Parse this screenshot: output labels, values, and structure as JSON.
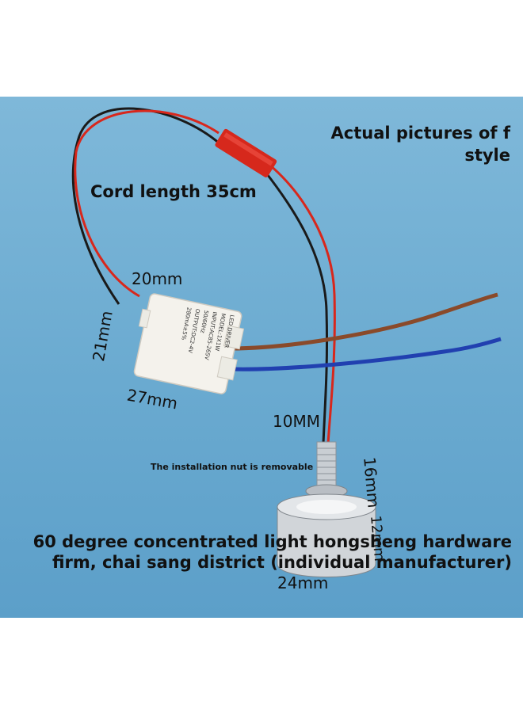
{
  "captions": {
    "title_line1": "Actual pictures of f",
    "title_line2": "style",
    "cord_length": "Cord length 35cm",
    "nut_note": "The installation nut is removable",
    "bottom_line1": "60 degree concentrated light hongsheng hardware",
    "bottom_line2": "firm, chai sang district (individual manufacturer)"
  },
  "dimensions": {
    "width_top": "20mm",
    "height_left": "21mm",
    "length_bottom": "27mm",
    "thread_diameter": "10MM",
    "thread_length": "16mm",
    "head_height": "12mm",
    "head_diameter": "24mm"
  },
  "driver_label": {
    "line1": "LED DRIVER",
    "line2": "MODEL:1X1W",
    "line3": "INPUT:AC85-265V 50/60Hz",
    "line4": "OUTPUT:DC2-4V 280mA±5%"
  },
  "colors": {
    "background": "#6aaad0",
    "red_wire": "#d8271c",
    "black_wire": "#1a1a1a",
    "brown_wire": "#8a4a2a",
    "blue_wire": "#2140b0",
    "driver_body": "#f4f2ec",
    "metal": "#c9ced3"
  }
}
